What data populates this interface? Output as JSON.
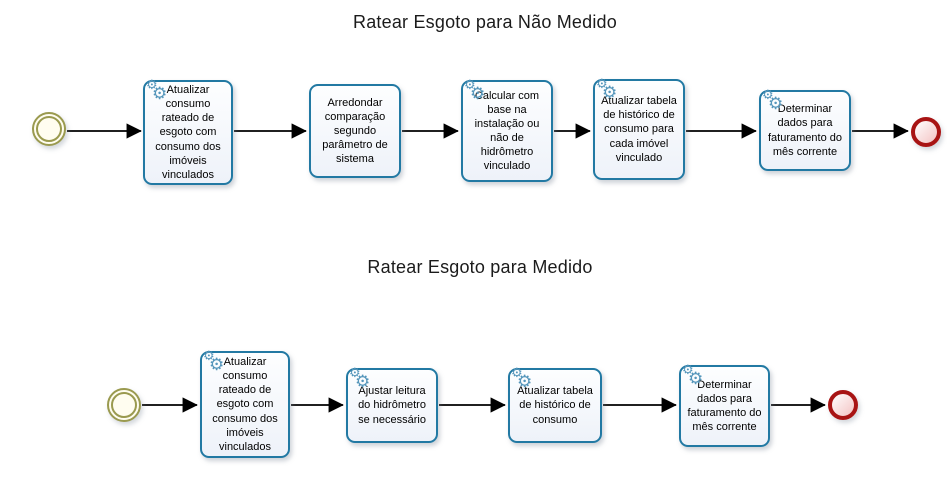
{
  "diagram": {
    "kind": "bpmn-process-diagram",
    "processes": {
      "nao_medido": {
        "title": "Ratear Esgoto para Não Medido",
        "tasks": [
          {
            "label": "Atualizar consumo rateado de esgoto com consumo dos imóveis vinculados",
            "service_marker": true
          },
          {
            "label": "Arredondar comparação segundo parâmetro de sistema",
            "service_marker": false
          },
          {
            "label": "Calcular com base na instalação ou não de hidrômetro vinculado",
            "service_marker": true
          },
          {
            "label": "Atualizar tabela de histórico de consumo para cada imóvel vinculado",
            "service_marker": true
          },
          {
            "label": "Determinar dados para faturamento do mês corrente",
            "service_marker": true
          }
        ]
      },
      "medido": {
        "title": "Ratear Esgoto para Medido",
        "tasks": [
          {
            "label": "Atualizar consumo rateado de esgoto com consumo dos imóveis vinculados",
            "service_marker": true
          },
          {
            "label": "Ajustar leitura do hidrômetro se necessário",
            "service_marker": true
          },
          {
            "label": "Atualizar tabela de histórico de consumo",
            "service_marker": true
          },
          {
            "label": "Determinar dados para faturamento do mês corrente",
            "service_marker": true
          }
        ]
      }
    },
    "icons": {
      "service_task_marker": "gears-icon",
      "start_event": "double-circle-icon",
      "end_event": "thick-circle-icon"
    },
    "glyphs": {
      "gear": "⚙"
    },
    "colors": {
      "task_border": "#2279a3",
      "task_fill": "#f3f6fb",
      "gear_icon": "#5596bb",
      "start_event_ring": "#9a9a4f",
      "start_event_fill": "#fffdf0",
      "end_event_ring": "#a81414",
      "end_event_fill": "#f3c3c3",
      "flow_line": "#000000",
      "title_text": "#1b1b1b"
    }
  }
}
